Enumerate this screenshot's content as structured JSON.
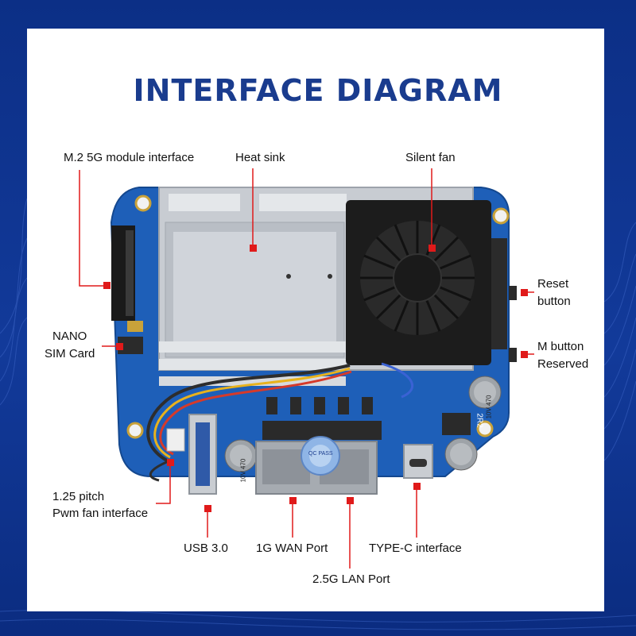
{
  "title": "INTERFACE DIAGRAM",
  "labels": {
    "m2": "M.2 5G module interface",
    "heatsink": "Heat sink",
    "fan": "Silent fan",
    "reset_1": "Reset",
    "reset_2": "button",
    "mbtn_1": "M button",
    "mbtn_2": "Reserved",
    "nano_1": "NANO",
    "nano_2": "SIM Card",
    "pwm_1": "1.25 pitch",
    "pwm_2": "Pwm fan interface",
    "usb": "USB 3.0",
    "wan": "1G WAN Port",
    "lan": "2.5G LAN Port",
    "typec": "TYPE-C interface"
  },
  "component_text": {
    "cap_left": "10V 470",
    "cap_right": "10V 470",
    "board_code": "2R2",
    "buzzer": "QC PASS"
  },
  "colors": {
    "background": "#0c2f86",
    "title": "#1a3c8e",
    "pointer": "#e01a1a",
    "pcb": "#1e5fb8"
  }
}
